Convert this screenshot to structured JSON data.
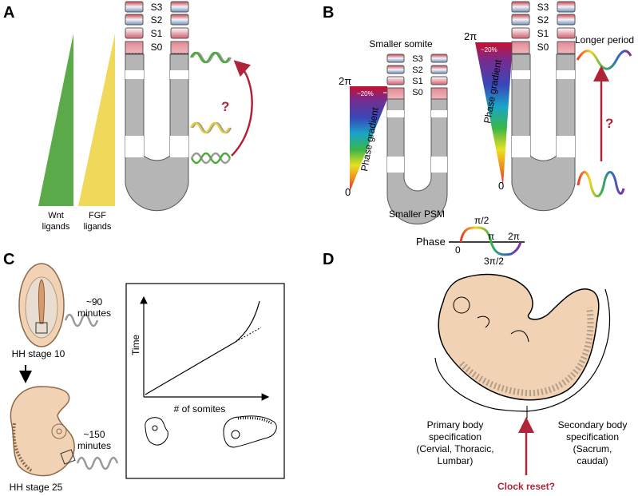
{
  "panels": {
    "a": {
      "letter": "A",
      "somites": [
        "S3",
        "S2",
        "S1",
        "S0"
      ],
      "wnt": [
        "Wnt",
        "ligands"
      ],
      "fgf": [
        "FGF",
        "ligands"
      ],
      "question": "?"
    },
    "b": {
      "letter": "B",
      "smaller_somite": "Smaller somite",
      "smaller_psm": "Smaller PSM",
      "longer_period": "Longer period",
      "two_pi": "2π",
      "zero": "0",
      "phase_gradient": "Phase gradient",
      "percent": "~20%",
      "question": "?",
      "somites": [
        "S3",
        "S2",
        "S1",
        "S0"
      ],
      "phase_axis": {
        "label": "Phase",
        "zero": "0",
        "pi_half": "π/2",
        "pi": "π",
        "three_pi_half": "3π/2",
        "two_pi": "2π"
      }
    },
    "c": {
      "letter": "C",
      "period_1": [
        "~90",
        "minutes"
      ],
      "stage_1": "HH stage 10",
      "period_2": [
        "~150",
        "minutes"
      ],
      "stage_2": "HH stage 25",
      "y_axis": "Time",
      "x_axis": "# of somites"
    },
    "d": {
      "letter": "D",
      "primary": [
        "Primary body",
        "specification",
        "(Cervial, Thoracic,",
        "Lumbar)"
      ],
      "secondary": [
        "Secondary body",
        "specification",
        "(Sacrum,",
        "caudal)"
      ],
      "clock_reset": "Clock reset?"
    }
  },
  "colors": {
    "wnt": "#5aaa4a",
    "fgf": "#f0d85a",
    "psm": "#b5b5b5",
    "embryo": "#f1d2b4",
    "question": "#b0243a",
    "somite_blue": "#6f8fc0",
    "somite_red": "#c8445a"
  }
}
